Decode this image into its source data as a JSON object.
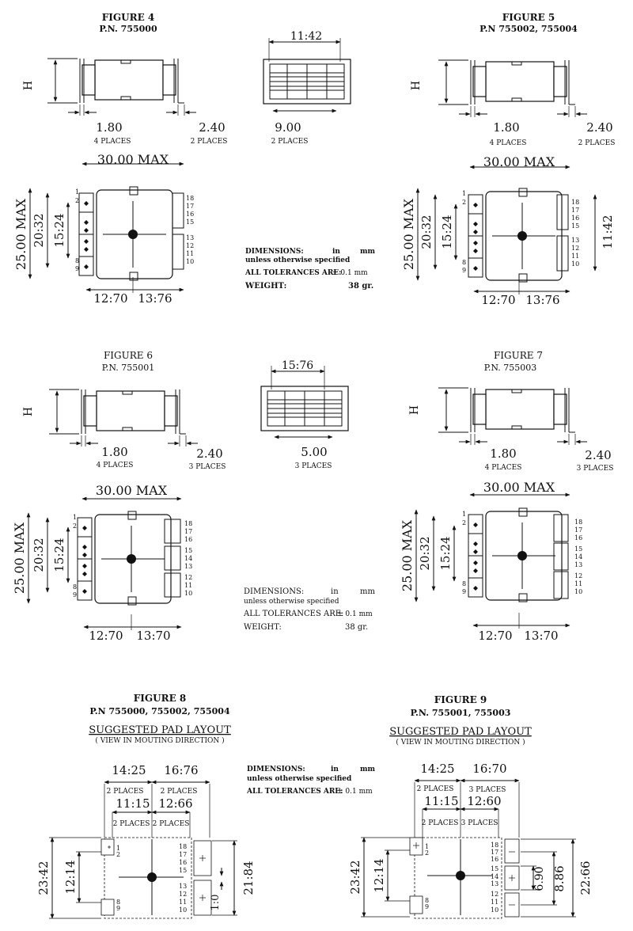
{
  "figures": {
    "fig4": {
      "title": "FIGURE 4",
      "pn": "P.N. 755000"
    },
    "fig5": {
      "title": "FIGURE 5",
      "pn": "P.N 755002, 755004"
    },
    "fig6": {
      "title": "FIGURE 6",
      "pn": "P.N. 755001"
    },
    "fig7": {
      "title": "FIGURE 7",
      "pn": "P.N. 755003"
    },
    "fig8": {
      "title": "FIGURE 8",
      "pn": "P.N 755000, 755002, 755004",
      "sub": "SUGGESTED PAD LAYOUT",
      "view": "( VIEW IN MOUTING DIRECTION )"
    },
    "fig9": {
      "title": "FIGURE 9",
      "pn": "P.N. 755001, 755003",
      "sub": "SUGGESTED PAD LAYOUT",
      "view": "( VIEW IN MOUTING DIRECTION )"
    }
  },
  "side_view": {
    "h_label": "H",
    "pitch": "1.80",
    "places4": "4 PLACES",
    "lead": "2.40",
    "places2": "2 PLACES",
    "places3": "3 PLACES"
  },
  "end_view_a": {
    "top": "11:42",
    "bottom": "9.00",
    "places": "2 PLACES"
  },
  "end_view_b": {
    "top": "15:76",
    "bottom": "5.00",
    "places": "3 PLACES"
  },
  "top_view": {
    "width": "30.00 MAX",
    "height": "25.00 MAX",
    "d1": "20:32",
    "d2": "15:24",
    "left": "12:70",
    "right_a": "13:76",
    "right_b": "13:70",
    "side_dim": "11:42"
  },
  "pins_left": [
    "1",
    "2",
    "8",
    "9"
  ],
  "pins_right_a": [
    "18",
    "17",
    "16",
    "15",
    "13",
    "12",
    "11",
    "10"
  ],
  "pins_right_b": [
    "18",
    "17",
    "16",
    "15",
    "14",
    "13",
    "12",
    "11",
    "10"
  ],
  "notes_a": {
    "dim": "DIMENSIONS:",
    "in": "in",
    "mm": "mm",
    "unless": "unless otherwise specified",
    "tol": "ALL TOLERANCES ARE:",
    "tolv": "± 0.1 mm",
    "wt": "WEIGHT:",
    "wtv": "38 gr."
  },
  "notes_b": {
    "dim": "DIMENSIONS:",
    "in": "in",
    "mm": "mm",
    "unless": "unless otherwise specified",
    "tol": "ALL TOLERANCES ARE:",
    "tolv": "± 0.1 mm",
    "wt": "WEIGHT:",
    "wtv": "38 gr."
  },
  "notes_c": {
    "dim": "DIMENSIONS:",
    "in": "in",
    "mm": "mm",
    "unless": "unless otherwise specified",
    "tol": "ALL TOLERANCES ARE:",
    "tolv": "± 0.1 mm"
  },
  "pad8": {
    "w1": "14:25",
    "w2": "16:76",
    "p1": "2 PLACES",
    "p2": "2 PLACES",
    "w3": "11:15",
    "w4": "12:66",
    "p3": "2 PLACES",
    "p4": "2 PLACES",
    "h1": "23:42",
    "h2": "12:14",
    "h3": "21:84",
    "h4": "1:0"
  },
  "pad9": {
    "w1": "14:25",
    "w2": "16:70",
    "p1": "2 PLACES",
    "p2": "3 PLACES",
    "w3": "11:15",
    "w4": "12:60",
    "p3": "2 PLACES",
    "p4": "3 PLACES",
    "h1": "23:42",
    "h2": "12:14",
    "h3": "22:66",
    "h4": "8.86",
    "h5": "6.90"
  },
  "pad_pins_left": [
    "1",
    "2",
    "8",
    "9"
  ],
  "pad_pins_right8": [
    "18",
    "17",
    "16",
    "15",
    "13",
    "12",
    "11",
    "10"
  ],
  "pad_pins_right9": [
    "18",
    "17",
    "16",
    "15",
    "14",
    "13",
    "12",
    "11",
    "10"
  ]
}
